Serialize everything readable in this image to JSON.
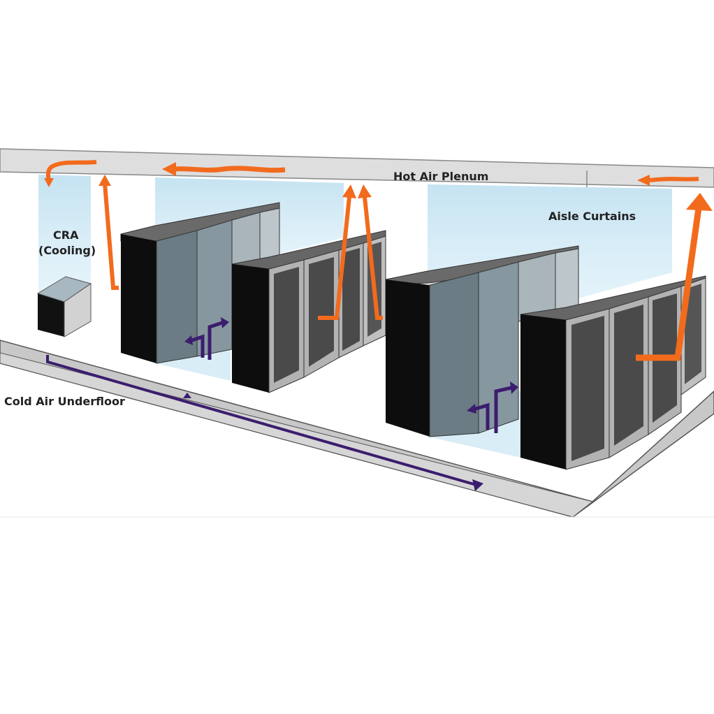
{
  "labels": {
    "hot_air_plenum": "Hot Air Plenum",
    "aisle_curtains": "Aisle Curtains",
    "cra_line1": "CRA",
    "cra_line2": "(Cooling)",
    "cold_air_underfloor": "Cold Air Underfloor"
  },
  "colors": {
    "hot_air": "#f26b1d",
    "cold_air": "#3b1d6e",
    "curtain": "#bfe0f0",
    "rack_front": "#111111",
    "rack_top": "#666666",
    "ceiling": "#dcdcdc",
    "floor_border": "#c4c4c4"
  },
  "icons": [
    "hot-air-arrow",
    "cold-air-arrow",
    "server-rack",
    "cra-unit"
  ]
}
